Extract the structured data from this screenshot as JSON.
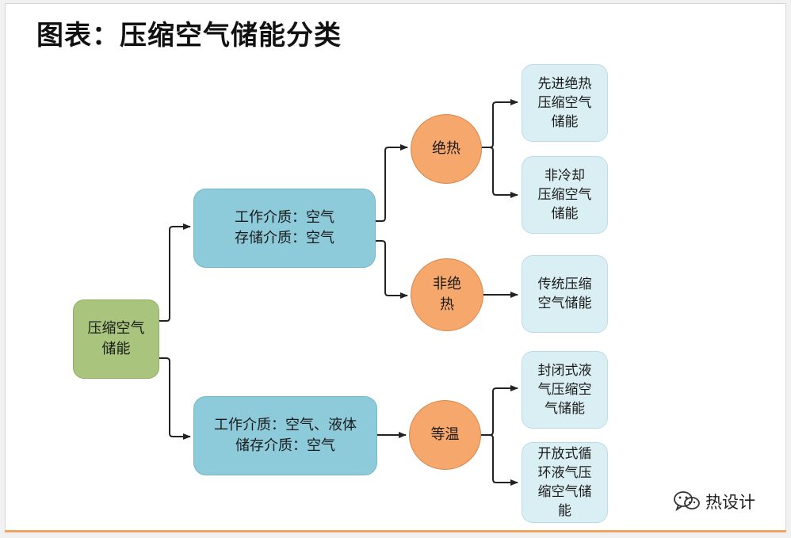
{
  "title": "图表：压缩空气储能分类",
  "nodes": {
    "root": "压缩空气\n储能",
    "upper_medium": "工作介质：空气\n存储介质：空气",
    "lower_medium": "工作介质：空气、液体\n储存介质：空气",
    "adiabatic": "绝热",
    "non_adiabatic": "非绝\n热",
    "isothermal": "等温",
    "leaf_advanced_adiabatic": "先进绝热\n压缩空气\n储能",
    "leaf_non_cooling": "非冷却\n压缩空气\n储能",
    "leaf_traditional": "传统压缩\n空气储能",
    "leaf_closed_liquid": "封闭式液\n气压缩空\n气储能",
    "leaf_open_cycle": "开放式循\n环液气压\n缩空气储\n能"
  },
  "watermark": {
    "icon": "wechat-icon",
    "text": "热设计"
  },
  "colors": {
    "root_fill": "#a9c57d",
    "medium_fill": "#8dcbdb",
    "circle_fill": "#f5a76c",
    "leaf_fill": "#daeff3",
    "accent_line": "#f0a35e"
  }
}
